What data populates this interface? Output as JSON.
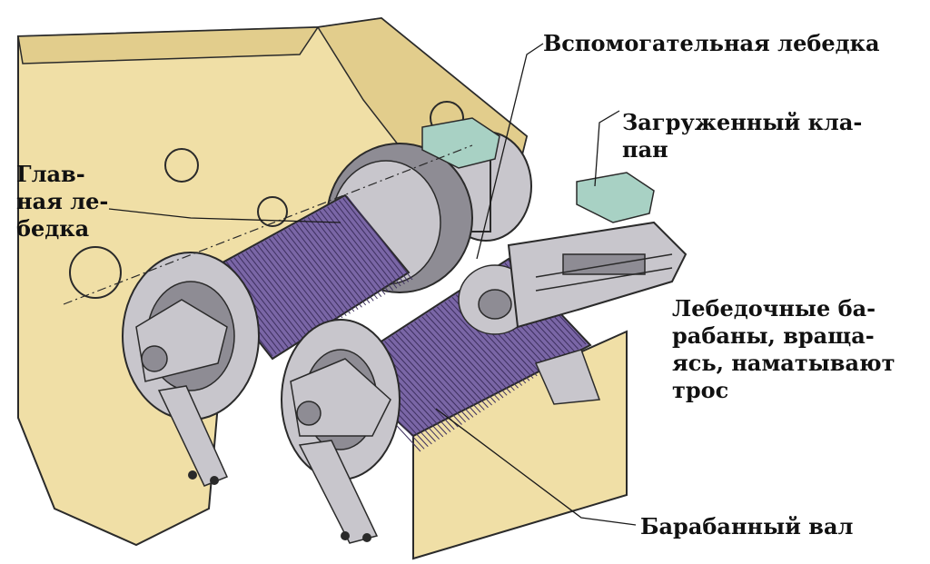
{
  "labels": {
    "aux_winch": "Вспомогательная лебедка",
    "loaded_valve": "Загруженный кла-\nпан",
    "main_winch": "Глав-\nная ле-\nбедка",
    "drums": "Лебедочные ба-\nрабаны, враща-\nясь, наматывают\nтрос",
    "drum_shaft": "Барабанный вал"
  },
  "colors": {
    "housing": "#f0dfa6",
    "housing_shade": "#e2cd8c",
    "rope": "#7a66a6",
    "metal": "#c8c6cc",
    "metal_dark": "#8e8c94",
    "valve": "#a8d1c4",
    "line": "#2a2a2a"
  }
}
